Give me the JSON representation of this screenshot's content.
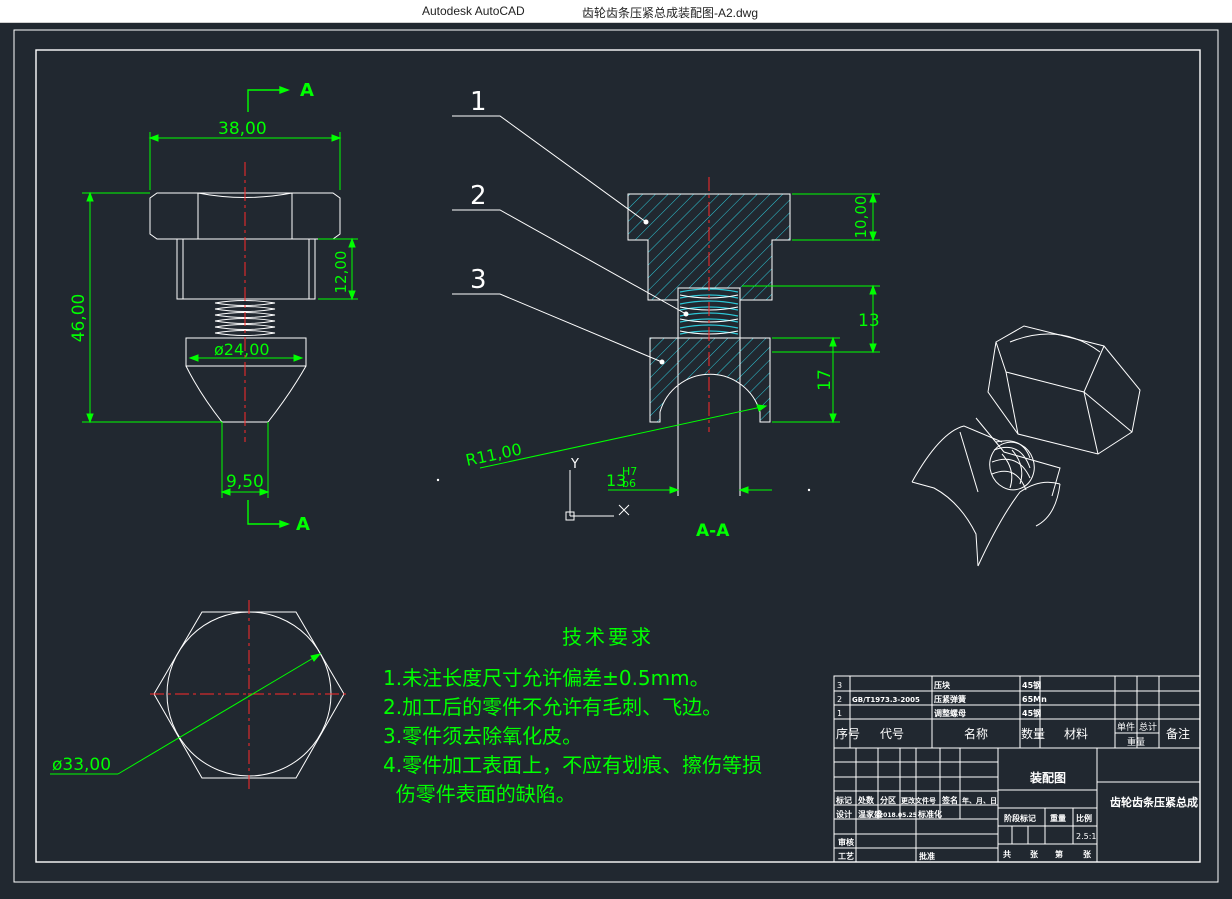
{
  "window": {
    "app_name": "Autodesk AutoCAD",
    "file_name": "齿轮齿条压紧总成装配图-A2.dwg"
  },
  "colors": {
    "background": "#212830",
    "line": "#ffffff",
    "dimension": "#00ff00",
    "centerline": "#ff2a2a",
    "hatch": "#2ec8d8"
  },
  "views": {
    "section_marker_top": "A",
    "section_marker_bottom": "A",
    "section_label": "A-A",
    "ucs_y": "Y",
    "ucs_x": "X"
  },
  "dims": {
    "width_38": "38,00",
    "height_46": "46,00",
    "height_12": "12,00",
    "dia_24": "ø24,00",
    "width_950": "9,50",
    "dim_10": "10,00",
    "dim_13": "13",
    "dim_17": "17",
    "radius": "R11,00",
    "fit_base": "13",
    "fit_upper": "H7",
    "fit_lower": "b6",
    "dia_33": "ø33,00"
  },
  "balloons": [
    "1",
    "2",
    "3"
  ],
  "tech": {
    "title": "技术要求",
    "lines": [
      "1.未注长度尺寸允许偏差±0.5mm。",
      "2.加工后的零件不允许有毛刺、飞边。",
      "3.零件须去除氧化皮。",
      "4.零件加工表面上，不应有划痕、擦伤等损",
      "  伤零件表面的缺陷。"
    ]
  },
  "bom": {
    "rows": [
      {
        "no": "3",
        "code": "",
        "name": "压块",
        "qty": "45钢"
      },
      {
        "no": "2",
        "code": "GB/T1973.3-2005",
        "name": "压紧弹簧",
        "qty": "65Mn"
      },
      {
        "no": "1",
        "code": "",
        "name": "调整螺母",
        "qty": "45钢"
      }
    ],
    "header": {
      "no": "序号",
      "code": "代号",
      "name": "名称",
      "qty": "数量",
      "material": "材料",
      "unit": "单件",
      "total": "总计",
      "weight": "重量",
      "remark": "备注"
    }
  },
  "title_block": {
    "drawing_type": "装配图",
    "drawing_name": "齿轮齿条压紧总成",
    "row1": [
      "标记",
      "处数",
      "分区",
      "更改文件号",
      "签名",
      "年、月、日"
    ],
    "row2": [
      "设计",
      "温家盛",
      "2018.05.25",
      "标准化"
    ],
    "stage": "阶段标记",
    "weight": "重量",
    "scale": "比例",
    "scale_value": "2.5:1",
    "review": "审核",
    "process": "工艺",
    "approve": "批准",
    "sheets": [
      "共",
      "张",
      "第",
      "张"
    ]
  }
}
